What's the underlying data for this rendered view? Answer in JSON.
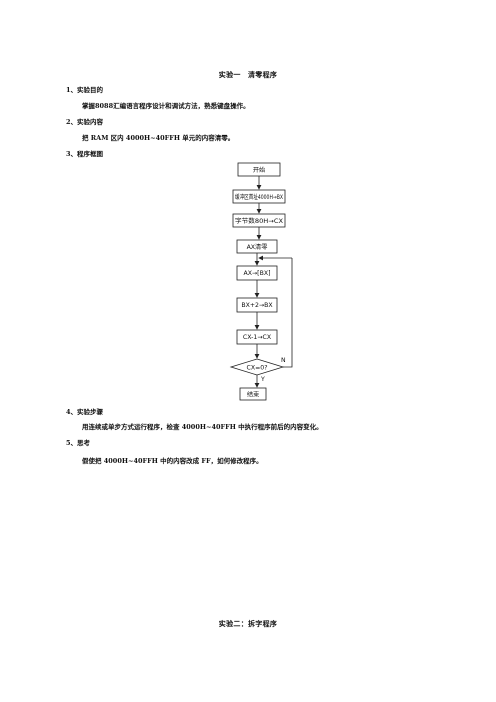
{
  "document": {
    "title": "实验一　清零程序",
    "sections": [
      {
        "heading": "1、实验目的",
        "text": "掌握8088汇编语言程序设计和调试方法，熟悉键盘操作。"
      },
      {
        "heading": "2、实验内容",
        "text": "把 RAM 区内 4000H~40FFH 单元的内容清零。"
      },
      {
        "heading": "3、程序框图",
        "text": ""
      },
      {
        "heading": "4、实验步骤",
        "text": "用连续或单步方式运行程序，检查 4000H~40FFH 中执行程序前后的内容变化。"
      },
      {
        "heading": "5、思考",
        "text": "假使把 4000H~40FFH 中的内容改成 FF，如何修改程序。"
      }
    ],
    "next_title": "实验二：拆字程序"
  },
  "flowchart": {
    "start": "开始",
    "step1": "缓冲区首址4000H→BX",
    "step2": "字节数80H→CX",
    "step3": "AX清零",
    "step4": "AX→[BX]",
    "step5": "BX+2→BX",
    "step6": "CX-1→CX",
    "decision": "CX=0?",
    "no_label": "N",
    "yes_label": "Y",
    "end": "结束"
  },
  "colors": {
    "text": "#111111",
    "line": "#222222",
    "background": "#ffffff"
  }
}
